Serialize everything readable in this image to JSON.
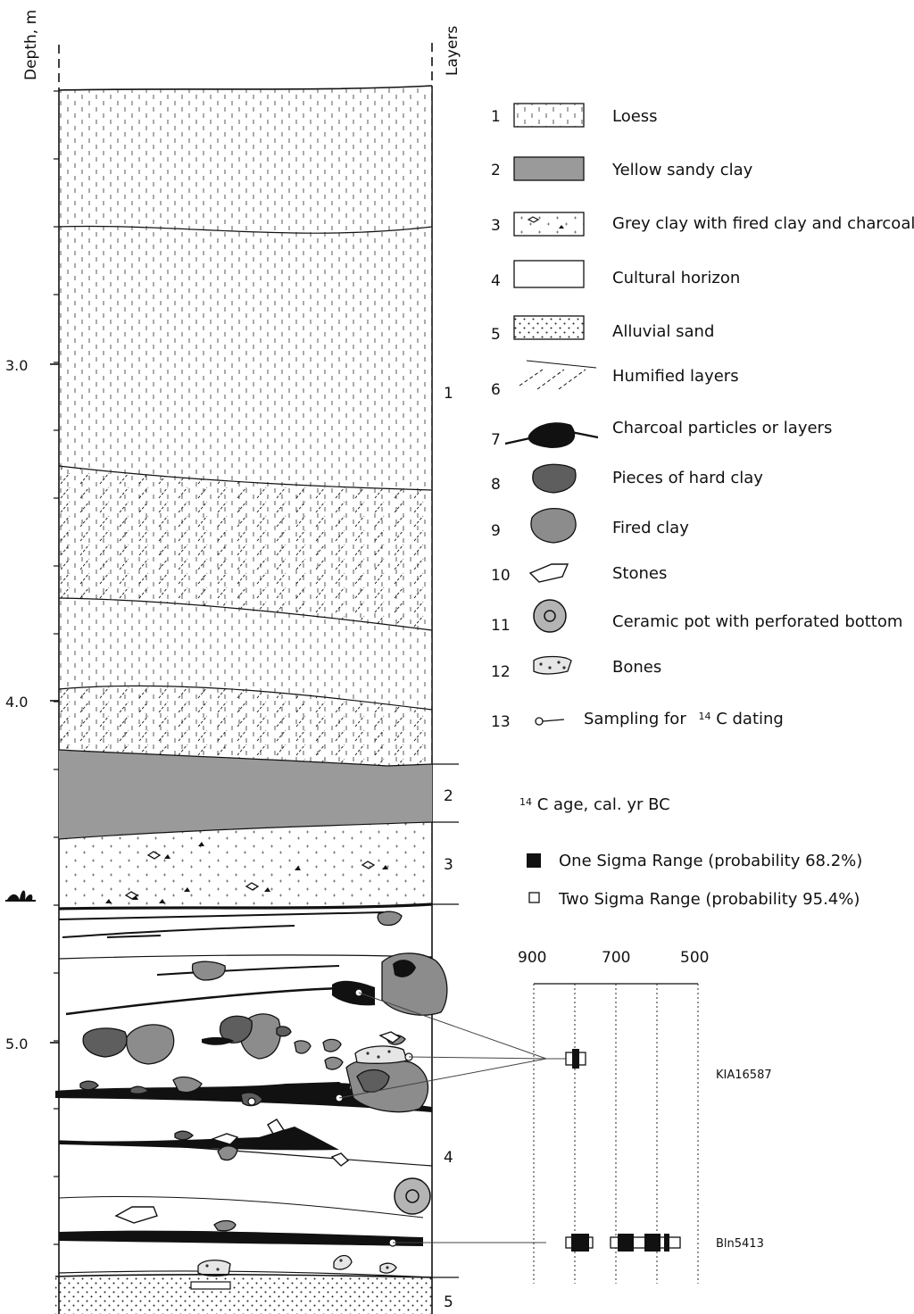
{
  "axes": {
    "depth_title": "Depth, m",
    "layers_title": "Layers",
    "depth_ticks": [
      "3.0",
      "4.0",
      "5.0"
    ]
  },
  "layers": [
    {
      "number": "1",
      "pattern": "loess"
    },
    {
      "number": "2",
      "pattern": "yellow-sandy-clay"
    },
    {
      "number": "3",
      "pattern": "grey-clay"
    },
    {
      "number": "4",
      "pattern": "cultural-horizon"
    },
    {
      "number": "5",
      "pattern": "alluvial-sand"
    }
  ],
  "legend": {
    "items": [
      {
        "num": "1",
        "label": "Loess",
        "symbol": "loess-swatch"
      },
      {
        "num": "2",
        "label": "Yellow sandy clay",
        "symbol": "sandy-clay-swatch"
      },
      {
        "num": "3",
        "label": "Grey clay with fired clay and charcoal",
        "symbol": "grey-clay-swatch"
      },
      {
        "num": "4",
        "label": "Cultural horizon",
        "symbol": "cultural-horizon-swatch"
      },
      {
        "num": "5",
        "label": "Alluvial sand",
        "symbol": "alluvial-sand-swatch"
      },
      {
        "num": "6",
        "label": "Humified layers",
        "symbol": "humified-hatch"
      },
      {
        "num": "7",
        "label": "Charcoal particles or layers",
        "symbol": "charcoal-icon"
      },
      {
        "num": "8",
        "label": "Pieces of hard clay",
        "symbol": "hard-clay-icon"
      },
      {
        "num": "9",
        "label": "Fired clay",
        "symbol": "fired-clay-icon"
      },
      {
        "num": "10",
        "label": "Stones",
        "symbol": "stone-icon"
      },
      {
        "num": "11",
        "label": "Ceramic pot with perforated bottom",
        "symbol": "ceramic-pot-icon"
      },
      {
        "num": "12",
        "label": "Bones",
        "symbol": "bones-icon"
      },
      {
        "num": "13",
        "label": "Sampling for",
        "label_sup": "14",
        "label_tail": "C dating",
        "symbol": "sample-point-icon"
      }
    ]
  },
  "dating": {
    "title_sup": "14",
    "title": "C age, cal. yr BC",
    "one_sigma": "One Sigma Range (probability 68.2%)",
    "two_sigma": "Two Sigma Range (probability 95.4%)",
    "axis_ticks": [
      "900",
      "700",
      "500"
    ],
    "samples": [
      {
        "id": "KIA16587"
      },
      {
        "id": "Bln5413"
      }
    ]
  },
  "colors": {
    "ink": "#111111",
    "yellow_sandy_clay": "#9a9a9a",
    "fired_clay": "#8c8c8c",
    "hard_clay": "#6a6a6a",
    "pot_fill": "#b4b4b4"
  }
}
